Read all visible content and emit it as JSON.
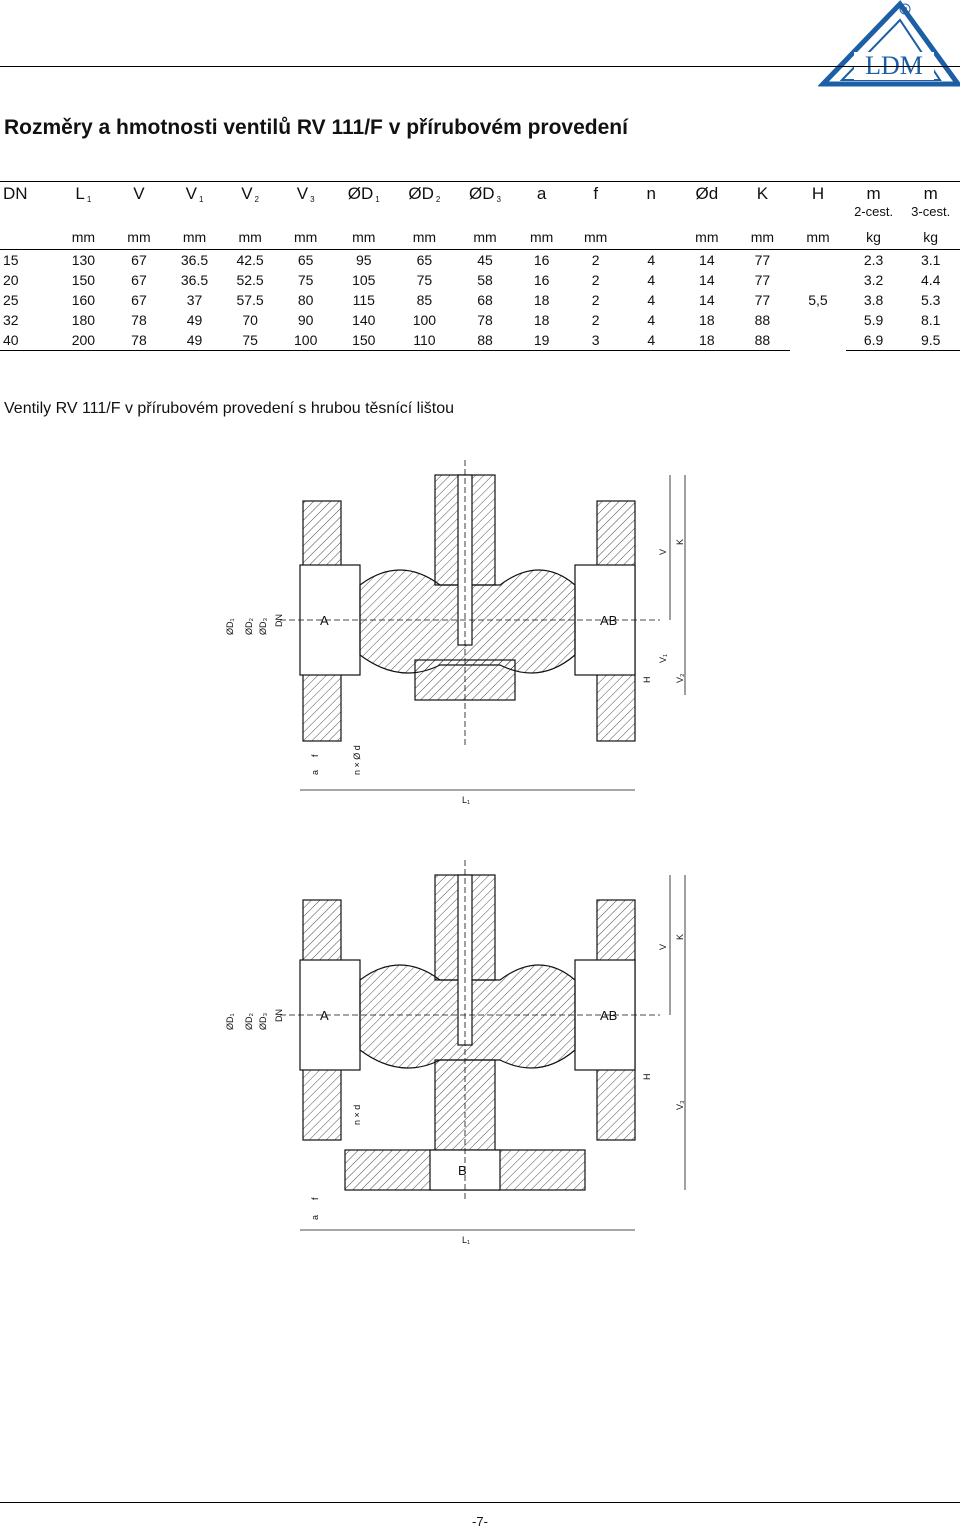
{
  "logo": {
    "text": "LDM",
    "mark": "®"
  },
  "title": "Rozměry a hmotnosti ventilů RV 111/F v přírubovém provedení",
  "table": {
    "headers": [
      {
        "main": "DN",
        "sub": ""
      },
      {
        "main": "L",
        "sub": "1"
      },
      {
        "main": "V",
        "sub": ""
      },
      {
        "main": "V",
        "sub": "1"
      },
      {
        "main": "V",
        "sub": "2"
      },
      {
        "main": "V",
        "sub": "3"
      },
      {
        "main": "ØD",
        "sub": "1"
      },
      {
        "main": "ØD",
        "sub": "2"
      },
      {
        "main": "ØD",
        "sub": "3"
      },
      {
        "main": "a",
        "sub": ""
      },
      {
        "main": "f",
        "sub": ""
      },
      {
        "main": "n",
        "sub": ""
      },
      {
        "main": "Ød",
        "sub": ""
      },
      {
        "main": "K",
        "sub": ""
      },
      {
        "main": "H",
        "sub": ""
      },
      {
        "main": "m",
        "sub": "2-cest."
      },
      {
        "main": "m",
        "sub": "3-cest."
      }
    ],
    "units": [
      "",
      "mm",
      "mm",
      "mm",
      "mm",
      "mm",
      "mm",
      "mm",
      "mm",
      "mm",
      "mm",
      "",
      "mm",
      "mm",
      "mm",
      "kg",
      "kg"
    ],
    "h_value": "5,5",
    "rows": [
      {
        "dn": "15",
        "l1": "130",
        "v": "67",
        "v1": "36.5",
        "v2": "42.5",
        "v3": "65",
        "d1": "95",
        "d2": "65",
        "d3": "45",
        "a": "16",
        "f": "2",
        "n": "4",
        "d": "14",
        "k": "77",
        "m2": "2.3",
        "m3": "3.1"
      },
      {
        "dn": "20",
        "l1": "150",
        "v": "67",
        "v1": "36.5",
        "v2": "52.5",
        "v3": "75",
        "d1": "105",
        "d2": "75",
        "d3": "58",
        "a": "16",
        "f": "2",
        "n": "4",
        "d": "14",
        "k": "77",
        "m2": "3.2",
        "m3": "4.4"
      },
      {
        "dn": "25",
        "l1": "160",
        "v": "67",
        "v1": "37",
        "v2": "57.5",
        "v3": "80",
        "d1": "115",
        "d2": "85",
        "d3": "68",
        "a": "18",
        "f": "2",
        "n": "4",
        "d": "14",
        "k": "77",
        "m2": "3.8",
        "m3": "5.3"
      },
      {
        "dn": "32",
        "l1": "180",
        "v": "78",
        "v1": "49",
        "v2": "70",
        "v3": "90",
        "d1": "140",
        "d2": "100",
        "d3": "78",
        "a": "18",
        "f": "2",
        "n": "4",
        "d": "18",
        "k": "88",
        "m2": "5.9",
        "m3": "8.1"
      },
      {
        "dn": "40",
        "l1": "200",
        "v": "78",
        "v1": "49",
        "v2": "75",
        "v3": "100",
        "d1": "150",
        "d2": "110",
        "d3": "88",
        "a": "19",
        "f": "3",
        "n": "4",
        "d": "18",
        "k": "88",
        "m2": "6.9",
        "m3": "9.5"
      }
    ]
  },
  "caption": "Ventily RV 111/F v přírubovém provedení s hrubou těsnící lištou",
  "drawing1": {
    "port_a": "A",
    "port_ab": "AB",
    "dim_d1": "ØD₁",
    "dim_d2": "ØD₂",
    "dim_d3": "ØD₃",
    "dim_dn": "DN",
    "dim_v": "V",
    "dim_k": "K",
    "dim_v1": "V₁",
    "dim_v2": "V₂",
    "dim_h": "H",
    "dim_f": "f",
    "dim_a": "a",
    "dim_nxd": "n × Ø d",
    "dim_l1": "L₁"
  },
  "drawing2": {
    "port_a": "A",
    "port_ab": "AB",
    "port_b": "B",
    "dim_d1": "ØD₁",
    "dim_d2": "ØD₂",
    "dim_d3": "ØD₃",
    "dim_dn": "DN",
    "dim_v": "V",
    "dim_k": "K",
    "dim_v3": "V₃",
    "dim_h": "H",
    "dim_f": "f",
    "dim_a": "a",
    "dim_nxd": "n × d",
    "dim_l1": "L₁"
  },
  "page_number": "-7-"
}
